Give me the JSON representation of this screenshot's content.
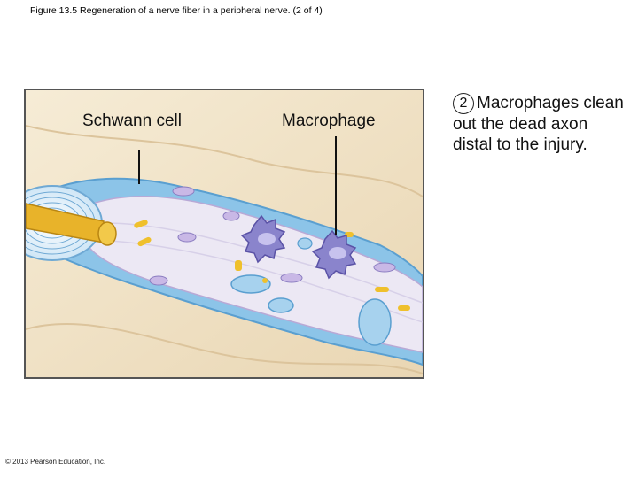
{
  "figure": {
    "title": "Figure 13.5 Regeneration of a nerve fiber in a peripheral nerve. (2 of 4)",
    "copyright": "© 2013 Pearson Education, Inc."
  },
  "labels": {
    "schwann_cell": "Schwann cell",
    "macrophage": "Macrophage"
  },
  "step": {
    "number": "2",
    "text": "Macrophages clean out the dead axon distal to the injury."
  },
  "colors": {
    "background_tissue": "#f1e3c8",
    "axon_interior": "#ece8f4",
    "schwann_cell": "#8cc4e8",
    "macrophage": "#8a84cc",
    "axon_stump": "#e8b32a",
    "debris": "#efc02c"
  }
}
